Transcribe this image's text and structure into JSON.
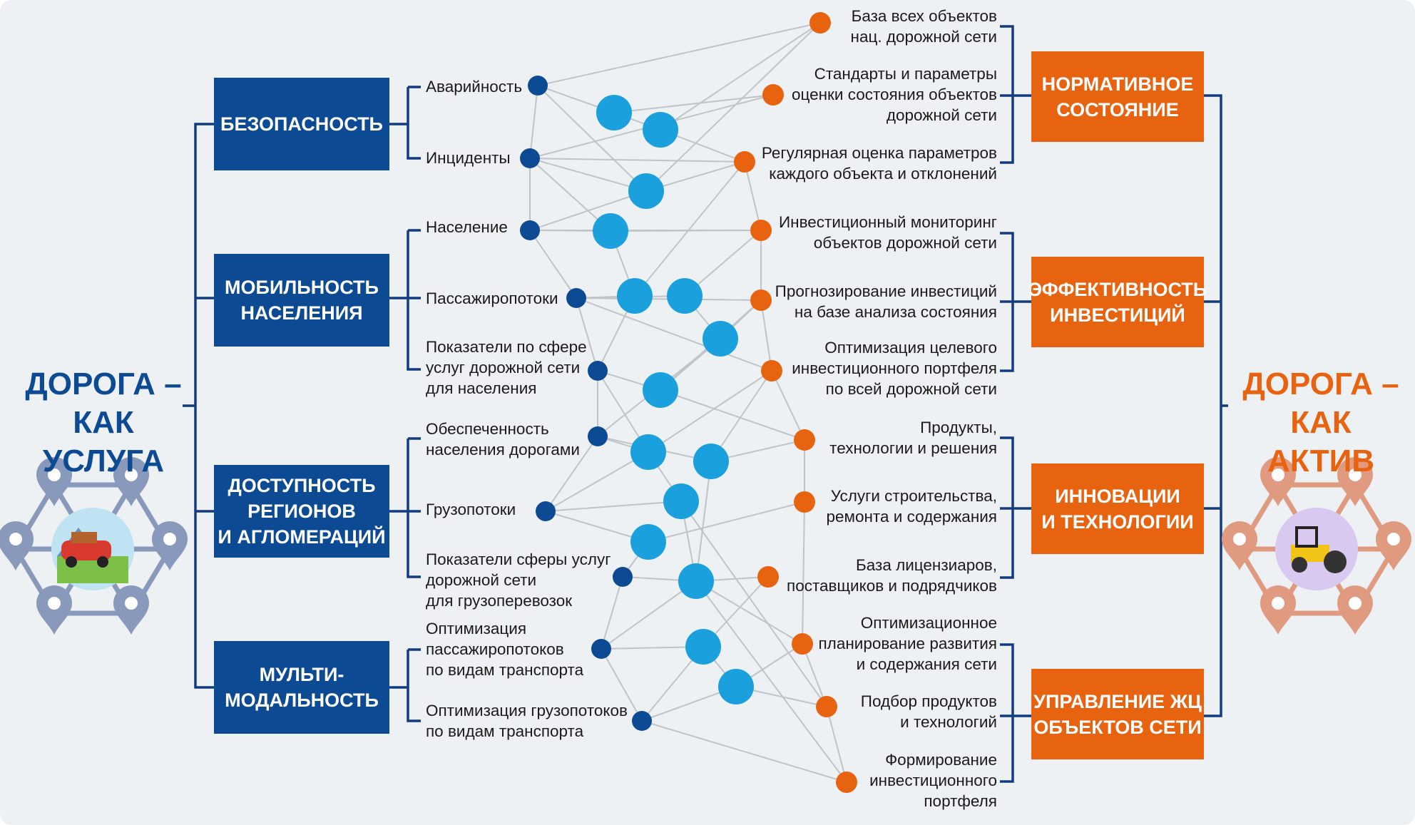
{
  "colors": {
    "dark_blue": "#0d4a94",
    "light_blue": "#1aa0dc",
    "orange": "#e8630f",
    "line": "#c0c3c8",
    "bracket_blue": "#123c80",
    "icon_blue": "#8899bb",
    "icon_orange": "#e09a80"
  },
  "left_title": "ДОРОГА –\nКАК УСЛУГА",
  "right_title": "ДОРОГА –\nКАК АКТИВ",
  "left_categories": [
    {
      "label": "БЕЗОПАСНОСТЬ",
      "items": [
        "Аварийность",
        "Инциденты"
      ]
    },
    {
      "label": "МОБИЛЬНОСТЬ\nНАСЕЛЕНИЯ",
      "items": [
        "Население",
        "Пассажиропотоки",
        "Показатели по сфере\nуслуг дорожной сети\nдля населения"
      ]
    },
    {
      "label": "ДОСТУПНОСТЬ\nРЕГИОНОВ\nИ АГЛОМЕРАЦИЙ",
      "items": [
        "Обеспеченность\nнаселения дорогами",
        "Грузопотоки",
        "Показатели сферы услуг\nдорожной сети\nдля грузоперевозок"
      ]
    },
    {
      "label": "МУЛЬТИ-\nМОДАЛЬНОСТЬ",
      "items": [
        "Оптимизация\nпассажиропотоков\nпо видам транспорта",
        "Оптимизация грузопотоков\nпо видам транспорта"
      ]
    }
  ],
  "right_categories": [
    {
      "label": "НОРМАТИВНОЕ\nСОСТОЯНИЕ",
      "items": [
        "База всех объектов\nнац. дорожной сети",
        "Стандарты и параметры\nоценки состояния объектов\nдорожной сети",
        "Регулярная оценка параметров\nкаждого объекта и отклонений"
      ]
    },
    {
      "label": "ЭФФЕКТИВНОСТЬ\nИНВЕСТИЦИЙ",
      "items": [
        "Инвестиционный мониторинг\nобъектов дорожной сети",
        "Прогнозирование инвестиций\nна базе анализа состояния",
        "Оптимизация целевого\nинвестиционного портфеля\nпо всей дорожной сети"
      ]
    },
    {
      "label": "ИННОВАЦИИ\nИ ТЕХНОЛОГИИ",
      "items": [
        "Продукты,\nтехнологии и решения",
        "Услуги строительства,\nремонта и содержания",
        "База лицензиаров,\nпоставщиков и подрядчиков"
      ]
    },
    {
      "label": "УПРАВЛЕНИЕ ЖЦ\nОБЪЕКТОВ СЕТИ",
      "items": [
        "Оптимизационное\nпланирование развития\nи содержания сети",
        "Подбор продуктов\nи технологий",
        "Формирование\nинвестиционного\nпортфеля"
      ]
    }
  ],
  "icons": {
    "left": "car-in-location-network-icon",
    "right": "road-roller-in-location-network-icon"
  }
}
